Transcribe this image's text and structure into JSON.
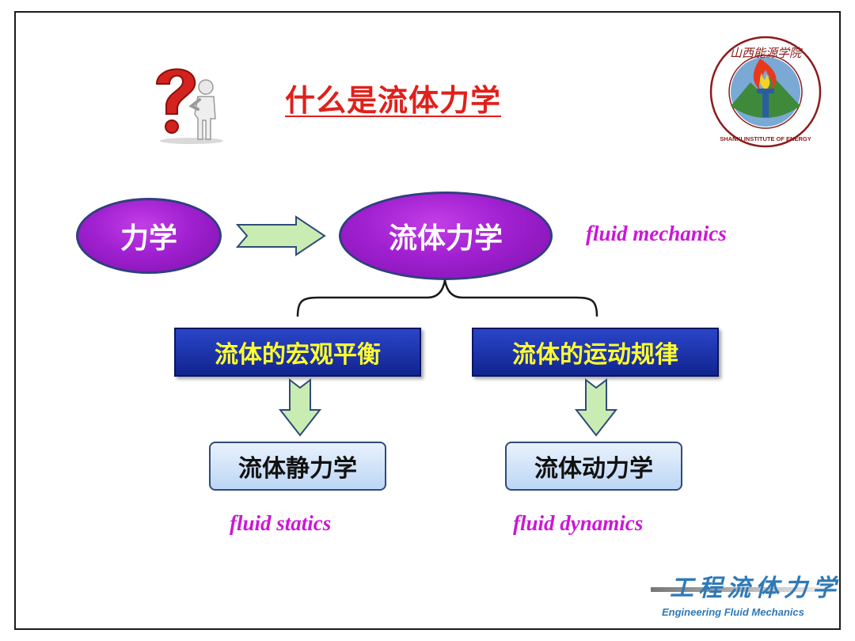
{
  "title": "什么是流体力学",
  "nodes": {
    "mechanics": "力学",
    "fluid_mechanics": "流体力学",
    "fluid_mechanics_en": "fluid mechanics",
    "macro_equilibrium": "流体的宏观平衡",
    "motion_laws": "流体的运动规律",
    "fluid_statics": "流体静力学",
    "fluid_statics_en": "fluid statics",
    "fluid_dynamics": "流体动力学",
    "fluid_dynamics_en": "fluid dynamics"
  },
  "logo": {
    "top_text": "山西能源学院",
    "ring_text": "SHANXI INSTITUTE OF ENERGY"
  },
  "footer": {
    "brand_cn": "工程流体力学",
    "brand_en": "Engineering Fluid Mechanics"
  },
  "colors": {
    "title": "#e0201b",
    "ellipse": "#a020d0",
    "english_labels": "#cc16d6",
    "dark_box": "#11248f",
    "dark_box_text": "#ffff2e",
    "light_box": "#bcd6f5",
    "arrow_fill": "#b9e6a3"
  }
}
